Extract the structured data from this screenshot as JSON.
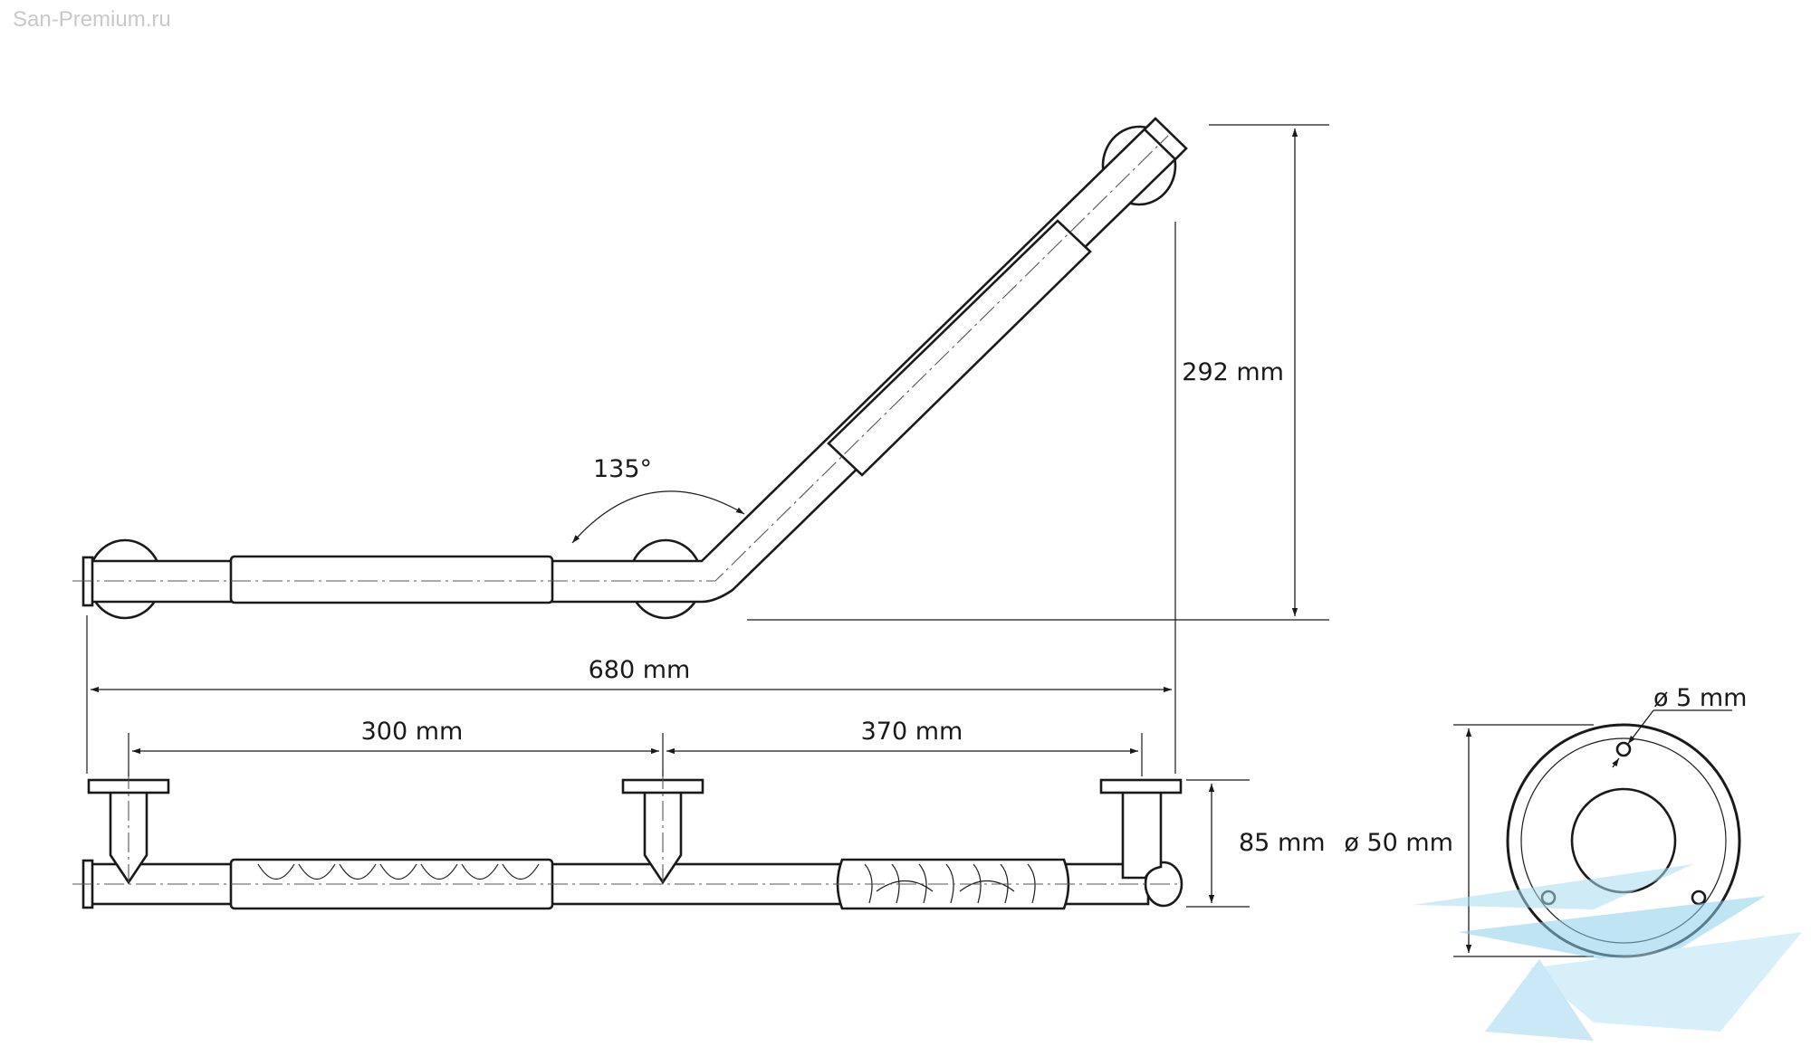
{
  "watermark": "San-Premium.ru",
  "dimensions": {
    "height": "292 mm",
    "angle": "135°",
    "total_length": "680 mm",
    "segment_left": "300 mm",
    "segment_right": "370 mm",
    "depth": "85 mm",
    "flange_diameter": "ø 50 mm",
    "hole_diameter": "ø 5 mm"
  },
  "colors": {
    "line": "#1a1a1a",
    "logo": "#8ccfea"
  }
}
